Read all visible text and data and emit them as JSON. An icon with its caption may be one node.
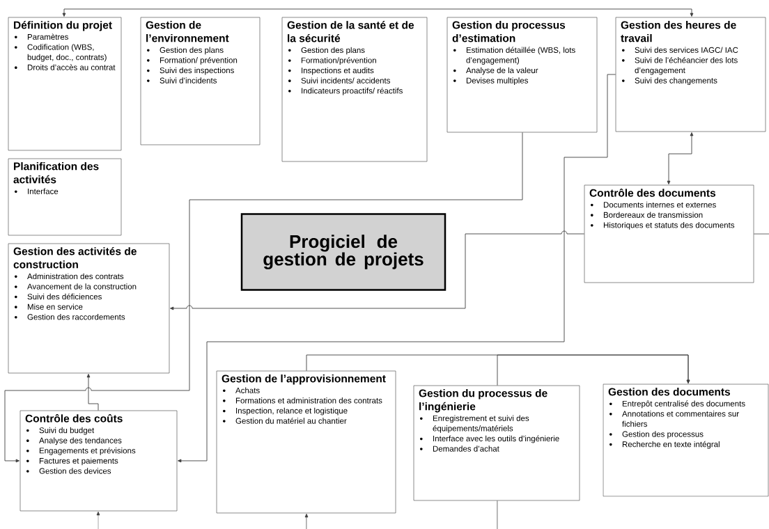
{
  "diagram": {
    "nodes": [
      {
        "text": [
          "Définition du projet",
          "Paramètres",
          "Codification (WBS, budget, doc., contrats)",
          "Droits d’accès au contrat"
        ]
      },
      {
        "text": [
          "Gestion de l’environnement",
          "Gestion des plans",
          "Formation/ prévention",
          "Suivi des inspections",
          "Suivi d’incidents"
        ]
      },
      {
        "text": [
          "Gestion de la santé et de la sécurité",
          "Gestion des plans",
          "Formation/prévention",
          "Inspections et audits",
          "Suivi incidents/ accidents",
          "Indicateurs proactifs/ réactifs"
        ]
      },
      {
        "text": [
          "Gestion du processus d’estimation",
          "Estimation détaillée (WBS, lots d’engagement)",
          "Analyse de la valeur",
          "Devises multiples"
        ]
      },
      {
        "text": [
          "Gestion des heures de travail",
          "Suivi des services IAGC/ IAC",
          "Suivi de l’échéancier des lots d’engagement",
          "Suivi des changements"
        ]
      },
      {
        "text": [
          "Planification des activités",
          "Interface"
        ]
      },
      {
        "text": [
          "Progiciel de gestion de projets"
        ]
      },
      {
        "text": [
          "Contrôle des documents",
          "Documents internes et externes",
          "Bordereaux de transmission",
          "Historiques et statuts des documents"
        ]
      },
      {
        "text": [
          "Gestion des activités de construction",
          "Administration des contrats",
          "Avancement de la construction",
          "Suivi des déficiences",
          "Mise en service",
          "Gestion des raccordements"
        ]
      },
      {
        "text": [
          "Contrôle des coûts",
          "Suivi du budget",
          "Analyse des tendances",
          "Engagements et prévisions",
          "Factures et paiements",
          "Gestion des devices"
        ]
      },
      {
        "text": [
          "Gestion de l’approvisionnement",
          "Achats",
          "Formations et administration des contrats",
          "Inspection, relance et logistique",
          "Gestion du matériel au chantier"
        ]
      },
      {
        "text": [
          "Gestion du processus de l’ingénierie",
          "Enregistrement et suivi des équipements/matériels",
          "Interface avec les outils d’ingénierie",
          "Demandes d’achat"
        ]
      },
      {
        "text": [
          "Gestion des documents",
          "Entrepôt centralisé des documents",
          "Annotations et commentaires sur fichiers",
          "Gestion des processus",
          "Recherche en texte intégral"
        ]
      }
    ],
    "edges": [
      {
        "from": 0,
        "to": 4,
        "arrow": "both"
      },
      {
        "from": 3,
        "to": 9,
        "arrow": "to"
      },
      {
        "from": 7,
        "to": 8,
        "arrow": "to"
      },
      {
        "from": 7,
        "to": null,
        "arrow": "none"
      },
      {
        "from": 4,
        "to": 9,
        "arrow": "to"
      },
      {
        "from": 9,
        "to": 8,
        "arrow": "to"
      },
      {
        "from": 10,
        "to": 12,
        "arrow": "to"
      },
      {
        "from": 11,
        "to": 12,
        "arrow": "to"
      },
      {
        "from": null,
        "to": 9,
        "arrow": "to"
      },
      {
        "from": null,
        "to": 10,
        "arrow": "to"
      },
      {
        "from": 11,
        "to": null,
        "arrow": "none"
      },
      {
        "from": 4,
        "to": 7,
        "arrow": "both"
      }
    ]
  }
}
